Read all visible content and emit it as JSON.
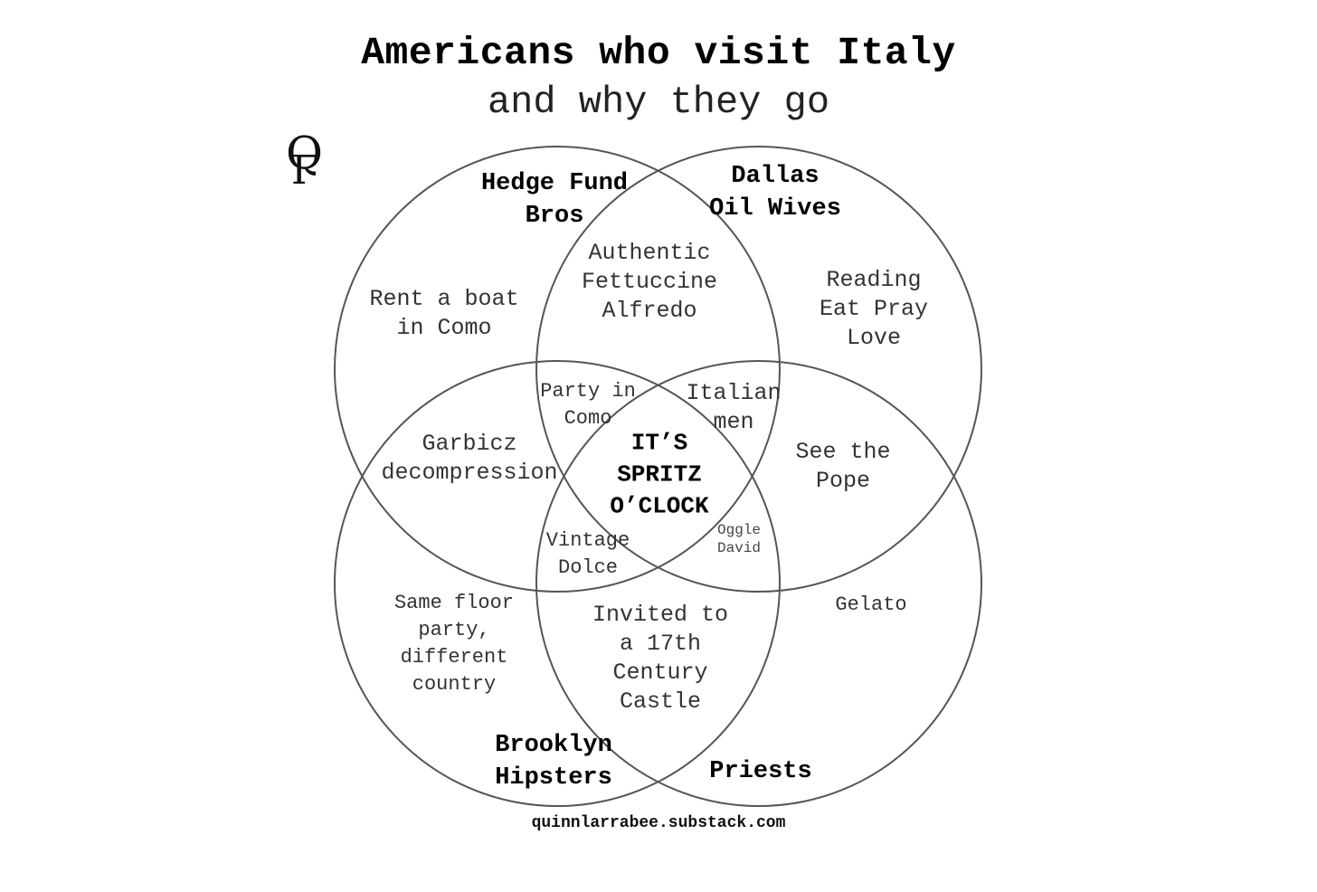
{
  "title": "Americans who visit Italy",
  "subtitle": "and why they go",
  "logo": {
    "q": "Q",
    "l": "L"
  },
  "groups": {
    "hedge_fund_bros": "Hedge Fund\nBros",
    "dallas_oil_wives": "Dallas\nOil Wives",
    "brooklyn_hipsters": "Brooklyn\nHipsters",
    "priests": "Priests"
  },
  "regions": {
    "rent_boat": "Rent a boat\nin Como",
    "fettuccine": "Authentic\nFettuccine\nAlfredo",
    "eat_pray_love": "Reading\nEat Pray\nLove",
    "party_como": "Party in\nComo",
    "italian_men": "Italian\nmen",
    "garbicz": "Garbicz\ndecompression",
    "spritz": "IT’S\nSPRITZ\nO’CLOCK",
    "see_pope": "See the\nPope",
    "vintage_dolce": "Vintage\nDolce",
    "oggle_david": "Oggle\nDavid",
    "same_floor": "Same floor\nparty,\ndifferent\ncountry",
    "castle": "Invited to\na 17th\nCentury\nCastle",
    "gelato": "Gelato"
  },
  "credit": "quinnlarrabee.substack.com",
  "colors": {
    "circle_stroke": "#555555",
    "text": "#2a2a2a",
    "background": "#ffffff"
  }
}
